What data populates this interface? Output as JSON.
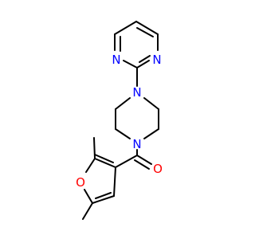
{
  "molecule": {
    "atoms": {
      "pyrimidine_n_left": {
        "symbol": "N",
        "color": "#0000ff"
      },
      "pyrimidine_n_right": {
        "symbol": "N",
        "color": "#0000ff"
      },
      "piperazine_n_top": {
        "symbol": "N",
        "color": "#0000ff"
      },
      "piperazine_n_bottom": {
        "symbol": "N",
        "color": "#0000ff"
      },
      "carbonyl_o": {
        "symbol": "O",
        "color": "#ff0000"
      },
      "furan_o": {
        "symbol": "O",
        "color": "#ff0000"
      }
    },
    "colors": {
      "bond": "#000000",
      "background": "#ffffff"
    }
  }
}
